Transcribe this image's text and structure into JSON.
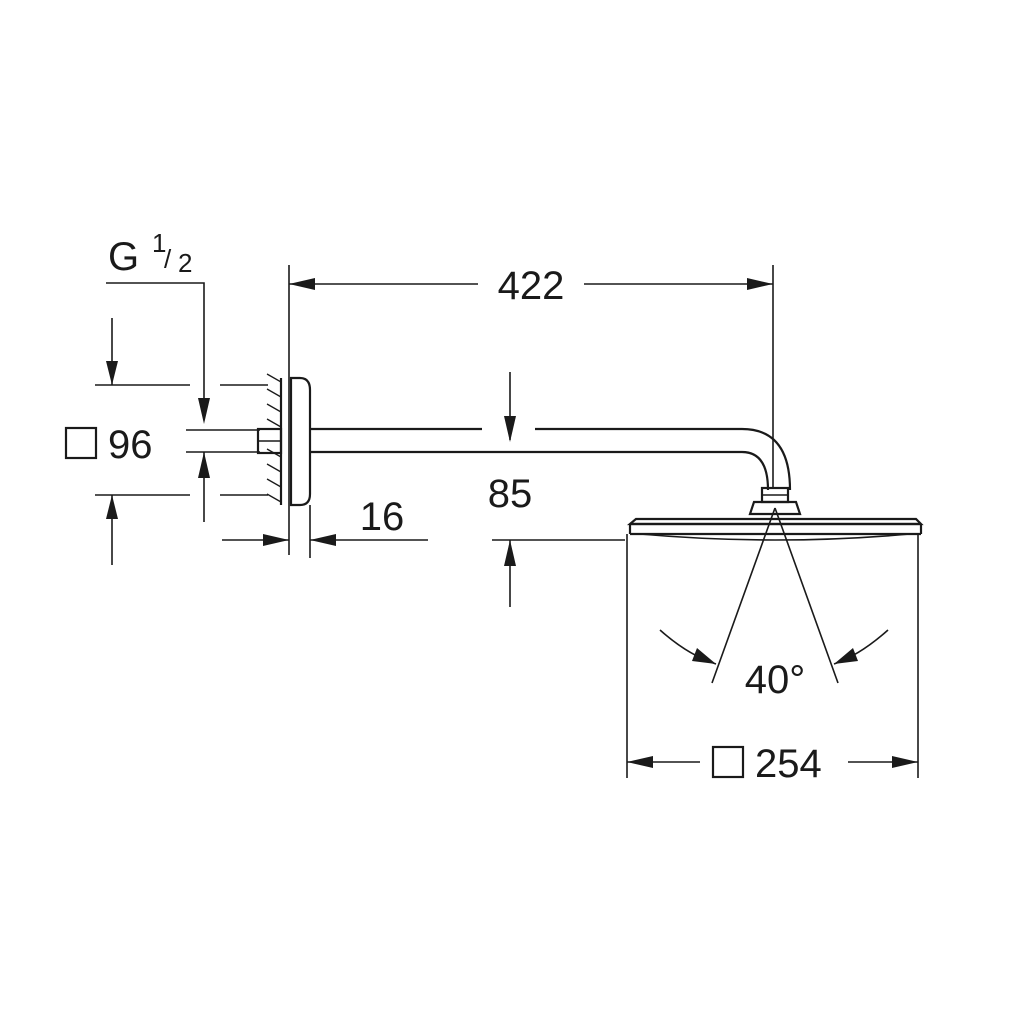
{
  "dimensions": {
    "thread_label": "G",
    "thread_fraction_num": "1",
    "thread_fraction_sep": "/",
    "thread_fraction_den": "2",
    "plate_square_symbol": "□",
    "plate_size": "96",
    "arm_length": "422",
    "plate_depth": "16",
    "head_drop": "85",
    "spray_angle": "40°",
    "head_square_symbol": "□",
    "head_size": "254"
  }
}
